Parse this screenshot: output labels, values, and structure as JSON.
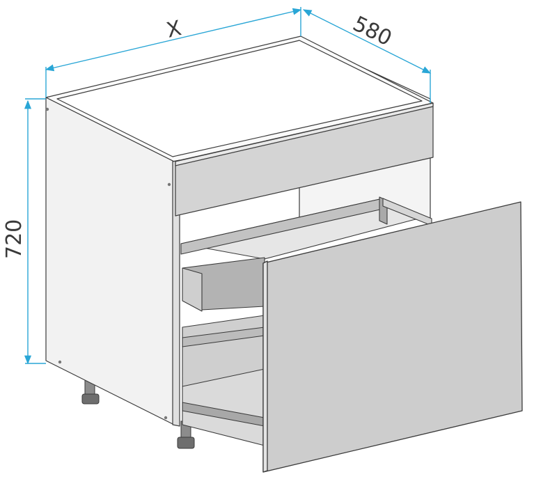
{
  "dimensions": {
    "width_label": "X",
    "depth_label": "580",
    "height_label": "720"
  },
  "colors": {
    "dimension_line": "#29a6d6",
    "outline": "#3a3a3a",
    "panel_light": "#f0f0f0",
    "panel_mid": "#d6d6d6",
    "panel_dark": "#bdbdbd",
    "background": "#ffffff"
  }
}
